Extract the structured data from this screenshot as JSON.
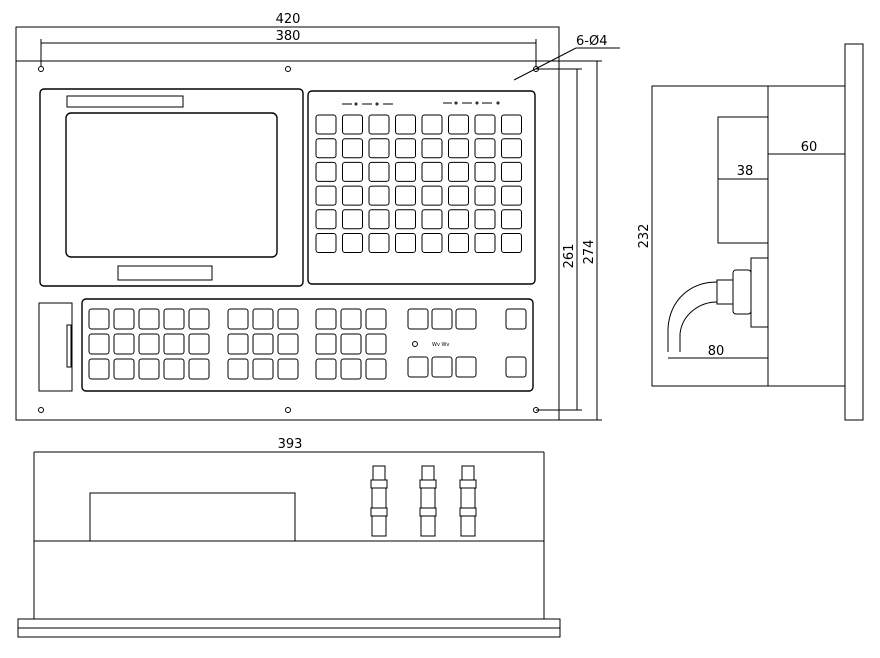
{
  "dimensions": {
    "front_width": "420",
    "hole_spacing": "380",
    "holes": "6-Ø4",
    "inner_height": "261",
    "outer_height": "274",
    "side_height": "232",
    "side_depth": "60",
    "side_box": "38",
    "cable_offset": "80",
    "bottom_width": "393"
  },
  "labels": {
    "panel_key_text": "Wv Wv"
  }
}
